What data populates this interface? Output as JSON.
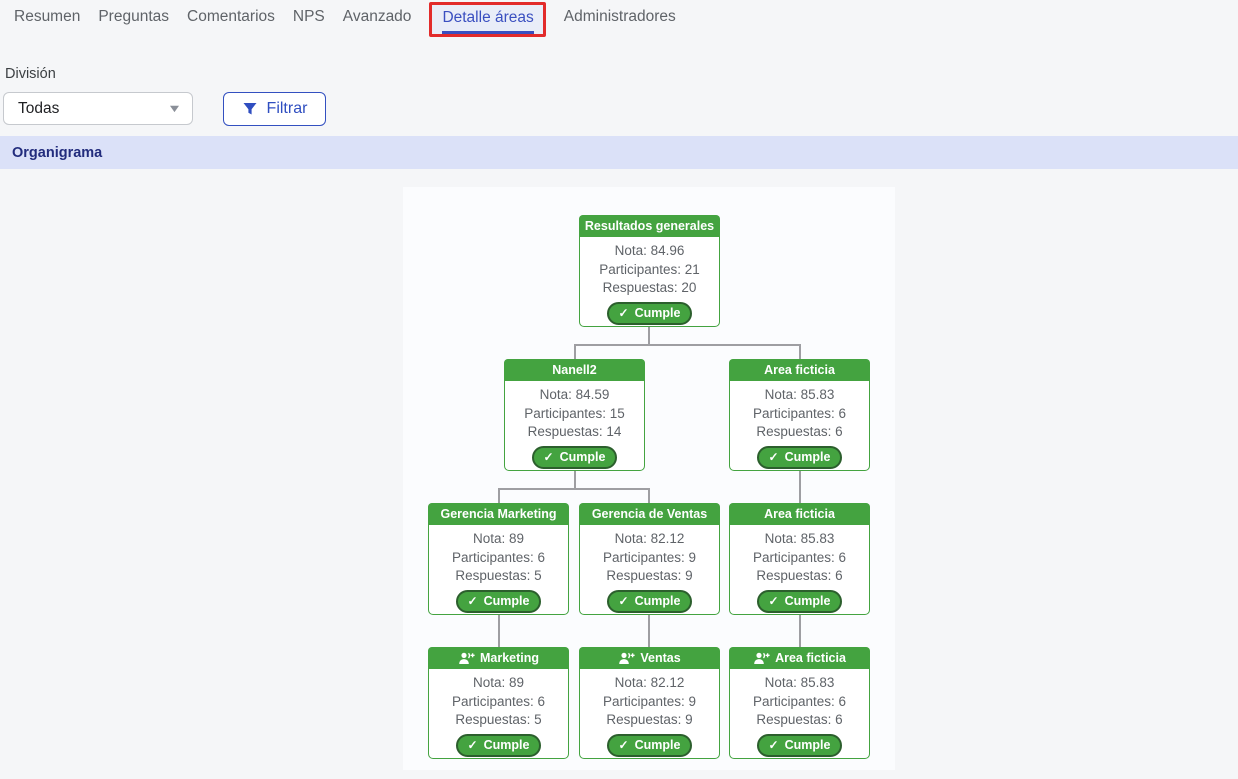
{
  "tabs": [
    {
      "label": "Resumen",
      "active": false
    },
    {
      "label": "Preguntas",
      "active": false
    },
    {
      "label": "Comentarios",
      "active": false
    },
    {
      "label": "NPS",
      "active": false
    },
    {
      "label": "Avanzado",
      "active": false
    },
    {
      "label": "Detalle áreas",
      "active": true
    },
    {
      "label": "Administradores",
      "active": false
    }
  ],
  "filters": {
    "division_label": "División",
    "division_value": "Todas",
    "filter_button_label": "Filtrar"
  },
  "section": {
    "title": "Organigrama"
  },
  "icons": {
    "check": "✓",
    "caret": "▼"
  },
  "colors": {
    "green": "#44a340",
    "badge_border": "#2c5f2d",
    "blue_accent": "#3350c0",
    "annotation_red": "#e22b2b",
    "section_bg": "#dbe1f8",
    "connector_gray": "#9e9ea2"
  },
  "org_chart": {
    "nodes": [
      {
        "title": "Resultados generales",
        "nota": "Nota: 84.96",
        "participantes": "Participantes: 21",
        "respuestas": "Respuestas: 20",
        "badge": "Cumple"
      },
      {
        "title": "Nanell2",
        "nota": "Nota: 84.59",
        "participantes": "Participantes: 15",
        "respuestas": "Respuestas: 14",
        "badge": "Cumple"
      },
      {
        "title": "Area ficticia",
        "nota": "Nota: 85.83",
        "participantes": "Participantes: 6",
        "respuestas": "Respuestas: 6",
        "badge": "Cumple"
      },
      {
        "title": "Gerencia Marketing",
        "nota": "Nota: 89",
        "participantes": "Participantes: 6",
        "respuestas": "Respuestas: 5",
        "badge": "Cumple"
      },
      {
        "title": "Gerencia de Ventas",
        "nota": "Nota: 82.12",
        "participantes": "Participantes: 9",
        "respuestas": "Respuestas: 9",
        "badge": "Cumple"
      },
      {
        "title": "Area ficticia",
        "nota": "Nota: 85.83",
        "participantes": "Participantes: 6",
        "respuestas": "Respuestas: 6",
        "badge": "Cumple"
      },
      {
        "title": "Marketing",
        "nota": "Nota: 89",
        "participantes": "Participantes: 6",
        "respuestas": "Respuestas: 5",
        "badge": "Cumple",
        "has_icon": true
      },
      {
        "title": "Ventas",
        "nota": "Nota: 82.12",
        "participantes": "Participantes: 9",
        "respuestas": "Respuestas: 9",
        "badge": "Cumple",
        "has_icon": true
      },
      {
        "title": "Area ficticia",
        "nota": "Nota: 85.83",
        "participantes": "Participantes: 6",
        "respuestas": "Respuestas: 6",
        "badge": "Cumple",
        "has_icon": true
      }
    ]
  }
}
